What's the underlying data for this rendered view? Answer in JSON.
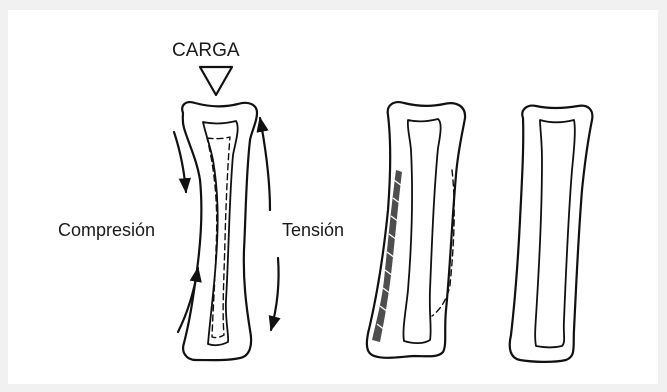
{
  "figure": {
    "load_label": "CARGA",
    "compression_label": "Compresión",
    "tension_label": "Tensión"
  },
  "colors": {
    "background": "#f1f1f1",
    "panel": "#ffffff",
    "ink": "#111111"
  }
}
